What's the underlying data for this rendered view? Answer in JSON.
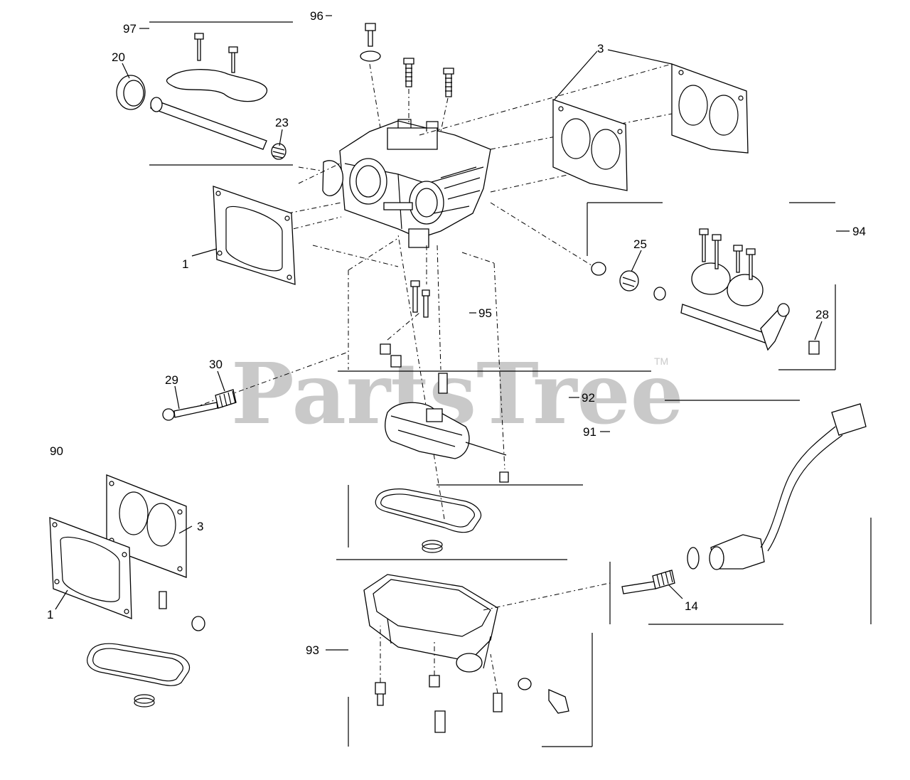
{
  "watermark": {
    "text": "PartsTree",
    "trademark": "TM"
  },
  "callouts": {
    "c97": "97",
    "c96": "96",
    "c20": "20",
    "c3a": "3",
    "c23": "23",
    "c1a": "1",
    "c94": "94",
    "c25": "25",
    "c95": "95",
    "c28": "28",
    "c29": "29",
    "c30": "30",
    "c92": "92",
    "c91": "91",
    "c90": "90",
    "c3b": "3",
    "c1b": "1",
    "c14": "14",
    "c93": "93"
  },
  "colors": {
    "line": "#000000",
    "watermark": "#c9c9c9",
    "background": "#ffffff"
  }
}
